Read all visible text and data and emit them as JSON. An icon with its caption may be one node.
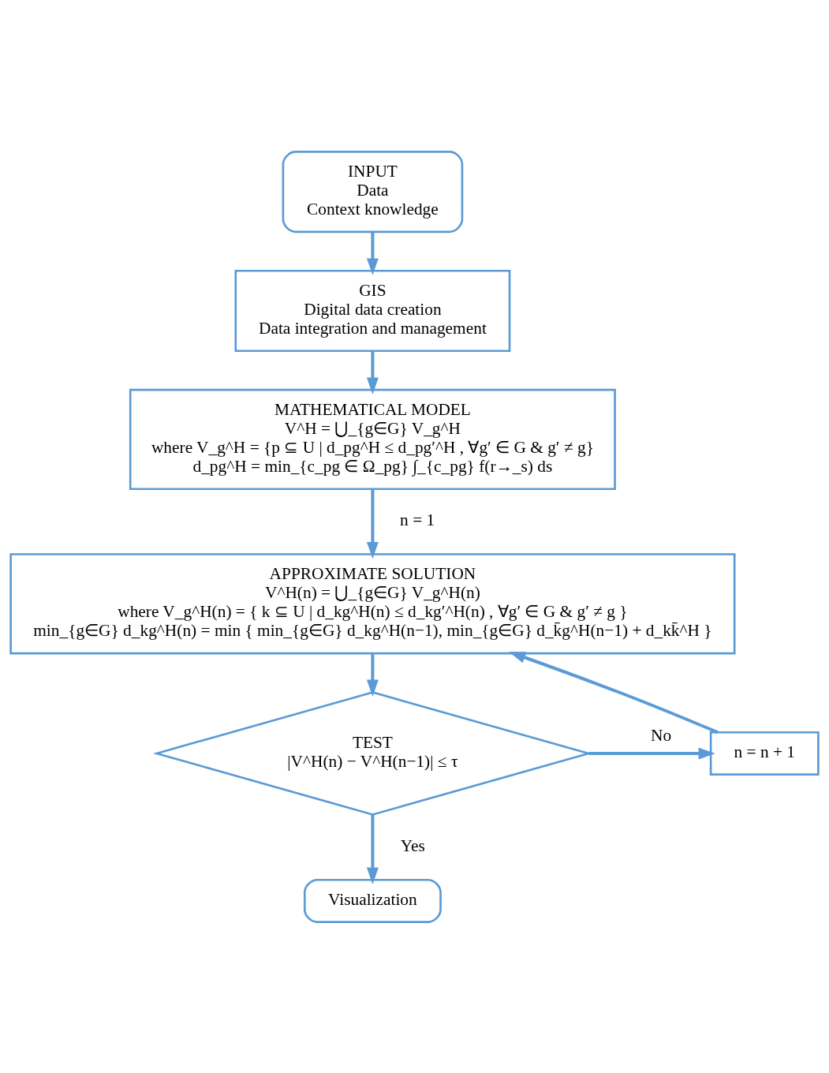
{
  "diagram": {
    "nodes": [
      {
        "text": [
          "INPUT",
          "Data",
          "Context knowledge"
        ]
      },
      {
        "text": [
          "GIS",
          "Digital data creation",
          "Data integration and management"
        ]
      },
      {
        "text": [
          "MATHEMATICAL MODEL",
          "V^H = ⋃_{g∈G} V_g^H",
          "where V_g^H = {p ⊆ U | d_pg^H ≤ d_pg′^H , ∀g′ ∈ G & g′ ≠ g}",
          "d_pg^H = min_{c_pg ∈ Ω_pg} ∫_{c_pg} f(r→_s) ds"
        ]
      },
      {
        "text": [
          "APPROXIMATE SOLUTION",
          "V^H(n) = ⋃_{g∈G} V_g^H(n)",
          "where V_g^H(n) = { k ⊆ U | d_kg^H(n) ≤ d_kg′^H(n) , ∀g′ ∈ G & g′ ≠ g }",
          "min_{g∈G} d_kg^H(n) = min { min_{g∈G} d_kg^H(n−1), min_{g∈G} d_k̄g^H(n−1) + d_kk̄^H }"
        ]
      },
      {
        "text": [
          "TEST",
          "|V^H(n) − V^H(n−1)| ≤ τ"
        ]
      },
      {
        "text": [
          "n = n + 1"
        ]
      },
      {
        "text": [
          "Visualization"
        ]
      }
    ],
    "edges": [
      {
        "from": 0,
        "to": 1,
        "arrow": "to"
      },
      {
        "from": 1,
        "to": 2,
        "arrow": "to"
      },
      {
        "from": 2,
        "to": 3,
        "arrow": "to",
        "label": "n = 1"
      },
      {
        "from": 3,
        "to": 4,
        "arrow": "to"
      },
      {
        "from": 4,
        "to": 5,
        "arrow": "to",
        "label": "No"
      },
      {
        "from": 5,
        "to": 3,
        "arrow": "to"
      },
      {
        "from": 4,
        "to": 6,
        "arrow": "to",
        "label": "Yes"
      }
    ]
  }
}
